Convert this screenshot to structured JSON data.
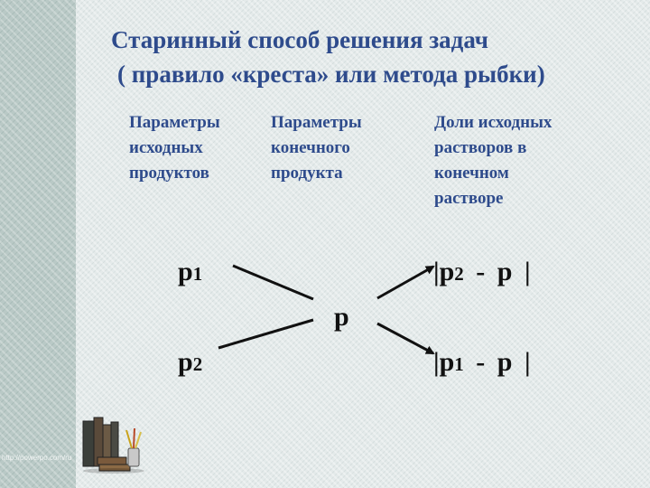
{
  "title": {
    "line1": "Старинный способ решения задач",
    "line2": "( правило «креста» или метода рыбки)"
  },
  "columns": [
    {
      "label": "Параметры\nисходных\nпродуктов"
    },
    {
      "label": "Параметры\nконечного\nпродукта"
    },
    {
      "label": "Доли исходных\nрастворов в\nконечном\nрастворе"
    }
  ],
  "scheme": {
    "top_left": {
      "letter": "p",
      "index": "1"
    },
    "bottom_left": {
      "letter": "p",
      "index": "2"
    },
    "center": "p",
    "top_right": {
      "open": "|p",
      "index": "2",
      "rest": " - p |"
    },
    "bottom_right": {
      "open": "|p",
      "index": "1",
      "rest": " - p |"
    }
  },
  "watermark": "http://powerpo.com/ru",
  "colors": {
    "title": "#2e4b8c",
    "formula": "#111111",
    "background": "#e4eaea",
    "stripe": "#b9c9c6"
  },
  "icons": [
    "books-clipart"
  ]
}
